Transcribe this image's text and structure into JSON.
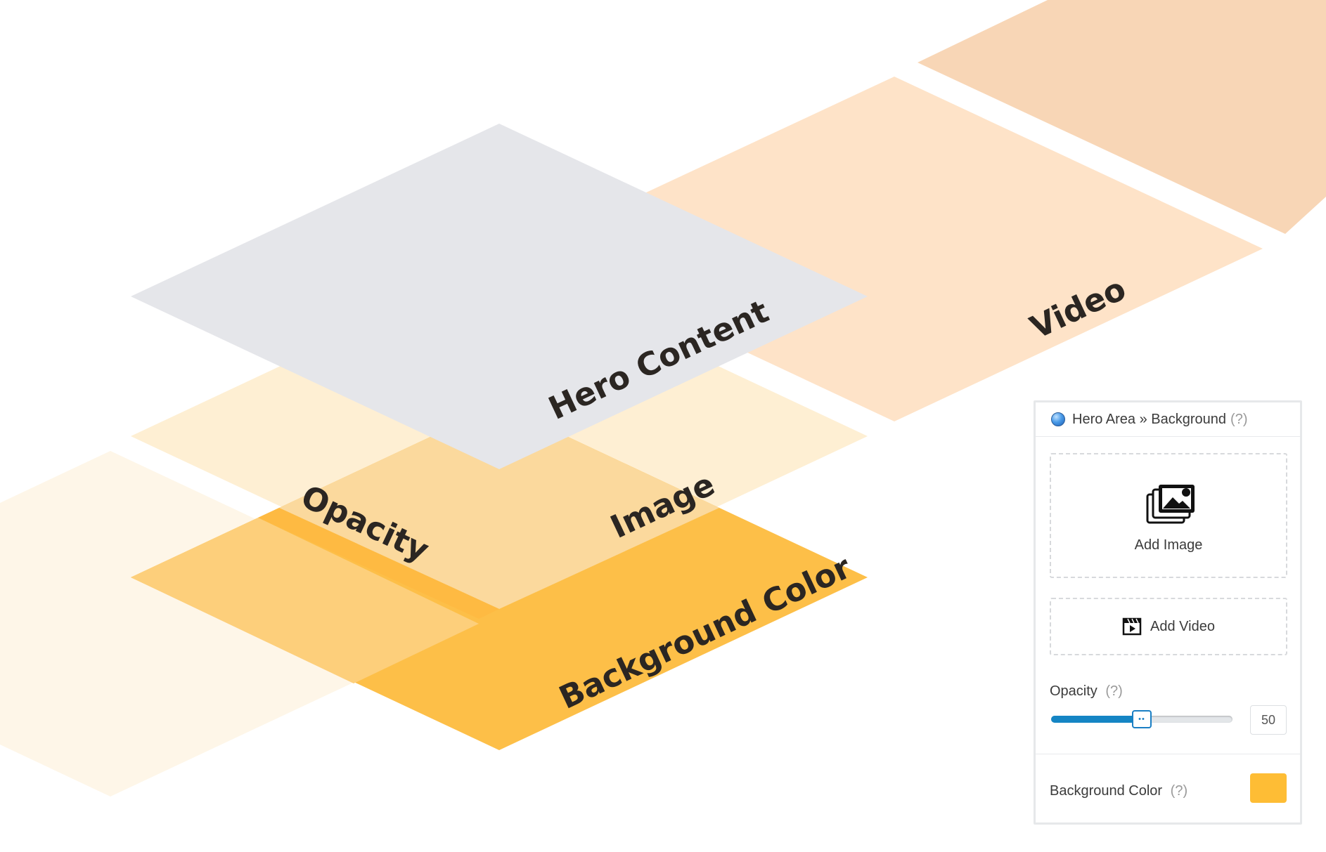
{
  "diagram": {
    "layers": {
      "hero_content": "Hero Content",
      "video": "Video",
      "image": "Image",
      "opacity": "Opacity",
      "background_color": "Background Color"
    },
    "colors": {
      "hero_content": "#e5e6ea",
      "video": "#fee3c8",
      "video_back": "#f8d6b6",
      "image": "#feefd3",
      "image_overlap": "#fbd99d",
      "opacity": "#fef6e8",
      "opacity_overlap": "#fdcf7b",
      "background_color": "#fdbf48",
      "background_overlap": "#feba42",
      "label": "#2b2622"
    }
  },
  "panel": {
    "title": "Hero Area » Background",
    "help": "(?)",
    "header_icon": "globe-icon",
    "add_image": {
      "label": "Add Image",
      "icon": "image-gallery-icon"
    },
    "add_video": {
      "label": "Add Video",
      "icon": "film-icon"
    },
    "opacity": {
      "label": "Opacity",
      "help": "(?)",
      "value": 50,
      "max": 100,
      "display": "50"
    },
    "background_color": {
      "label": "Background Color",
      "help": "(?)",
      "value": "#febd35"
    }
  }
}
